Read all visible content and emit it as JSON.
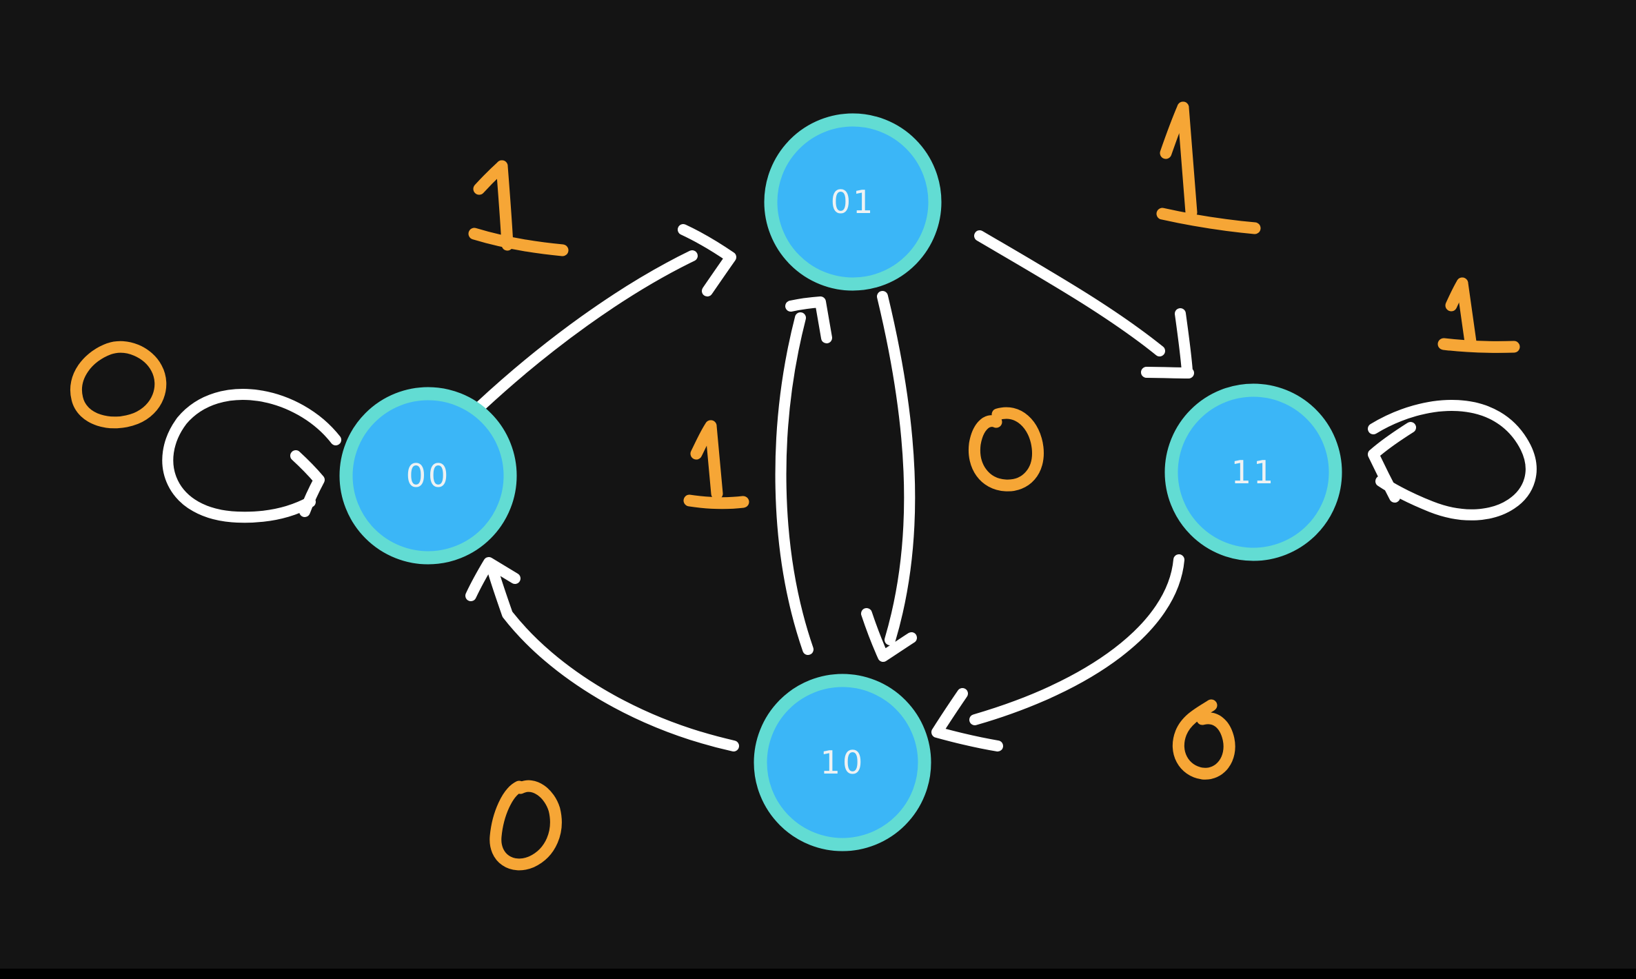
{
  "app": {
    "background_color": "#141414",
    "bottom_edge_color": "#000000"
  },
  "palette": {
    "node_fill": "#3bb6f7",
    "node_border": "#62dcd3",
    "node_text": "#eef2f3",
    "arrow": "#ffffff",
    "input_label": "#f6a636"
  },
  "diagram": {
    "type": "state-machine",
    "states": [
      {
        "id": "s00",
        "label": "00"
      },
      {
        "id": "s01",
        "label": "01"
      },
      {
        "id": "s11",
        "label": "11"
      },
      {
        "id": "s10",
        "label": "10"
      }
    ],
    "transitions": [
      {
        "from": "00",
        "to": "00",
        "input": "0"
      },
      {
        "from": "00",
        "to": "01",
        "input": "1"
      },
      {
        "from": "01",
        "to": "11",
        "input": "1"
      },
      {
        "from": "01",
        "to": "10",
        "input": "0"
      },
      {
        "from": "10",
        "to": "01",
        "input": "1"
      },
      {
        "from": "11",
        "to": "10",
        "input": "0"
      },
      {
        "from": "10",
        "to": "00",
        "input": "0"
      },
      {
        "from": "11",
        "to": "11",
        "input": "1"
      }
    ]
  }
}
